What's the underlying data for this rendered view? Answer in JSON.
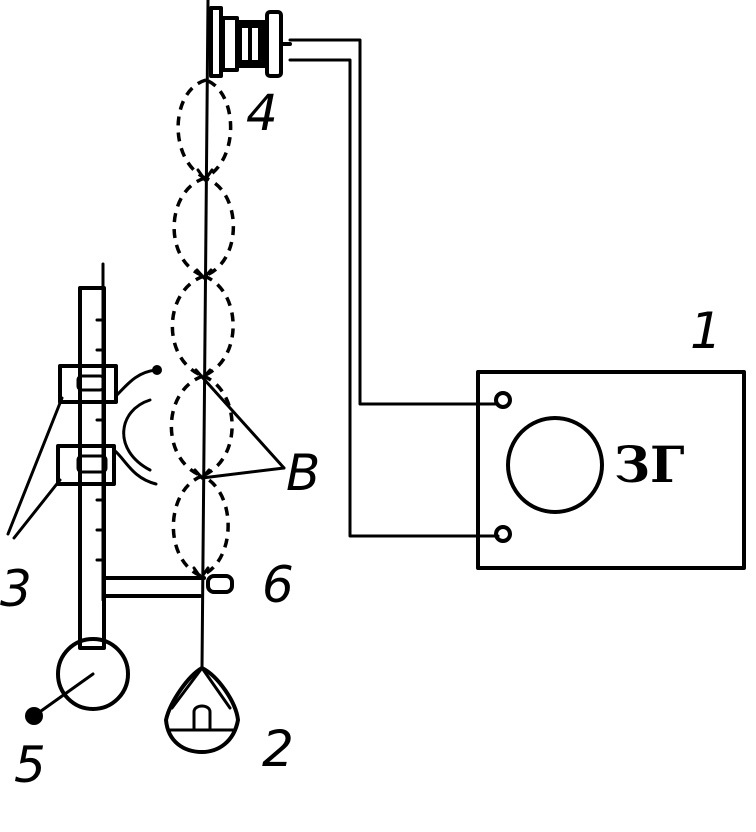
{
  "labels": {
    "generator_number": "1",
    "generator_text": "ЗГ",
    "weight_number": "2",
    "clamps_number": "3",
    "vibrator_number": "4",
    "dial_number": "5",
    "support_number": "6",
    "nodes_letter": "В"
  },
  "icons": {
    "generator_dial": "circle-dial-icon",
    "dial_gauge": "round-gauge-icon",
    "weight": "hanging-weight-icon"
  }
}
